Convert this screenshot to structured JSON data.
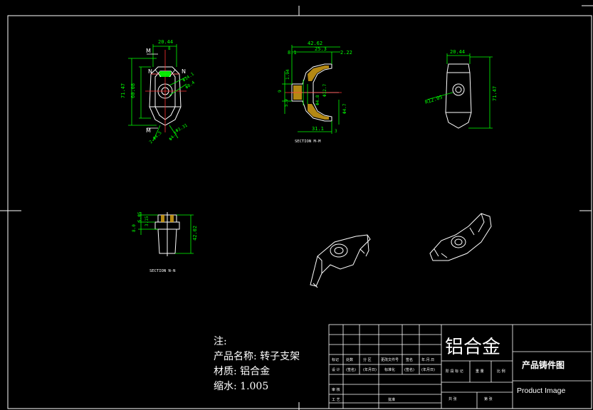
{
  "notes": {
    "heading": "注:",
    "product_name": "产品名称: 转子支架",
    "material": "材质: 铝合金",
    "shrink": "缩水: 1.005"
  },
  "title_block": {
    "material": "铝合金",
    "drawing_title": "产品铸件图",
    "product_image": "Product Image",
    "row1": [
      "标记",
      "处数",
      "分 区",
      "更改文件号",
      "签名",
      "年.月.日"
    ],
    "row2": [
      "设 计",
      "(签名)",
      "(年月日)",
      "标准化",
      "(签名)",
      "(年月日)"
    ],
    "row3": [
      "审 核"
    ],
    "row4": [
      "工 艺",
      "批准"
    ],
    "stage_row": [
      "阶 段 标 记",
      "重 量",
      "比 例"
    ],
    "sheet_row": [
      "共 张",
      "第 张"
    ]
  },
  "views": {
    "front": {
      "dims_top": [
        "20.44",
        "8"
      ],
      "dims_left": [
        "71.47",
        "60.08"
      ],
      "dims_right": [
        "Φ14.1",
        "Φ8.4"
      ],
      "dims_bottom": [
        "Φ3.31",
        "2-Φ4.5",
        "Φ4.7"
      ],
      "cut_marks": [
        "M",
        "M",
        "N",
        "N"
      ]
    },
    "section_mm": {
      "label": "SECTION M-M",
      "dims_top": [
        "42.62",
        "8.1",
        "25.3",
        "2.22"
      ],
      "dims_left": [
        "1.94",
        "9",
        "5.9"
      ],
      "dims_mid": [
        "Φ4.8",
        "Φ12.7"
      ],
      "dims_right": [
        "Φ4.7"
      ],
      "dims_bottom": [
        "31.1",
        "3"
      ]
    },
    "side": {
      "dims": [
        "20.44",
        "71.47",
        "R12.05"
      ]
    },
    "section_nn": {
      "label": "SECTION N-N",
      "dims_left": [
        "5.65",
        "3.15",
        "8.0"
      ],
      "dims_right": [
        "42.02"
      ]
    }
  },
  "colors": {
    "background": "#000000",
    "lines": "#ffffff",
    "dimensions": "#00ff00",
    "accent_lines": "#ff3333",
    "hatch": "#d4a017"
  }
}
